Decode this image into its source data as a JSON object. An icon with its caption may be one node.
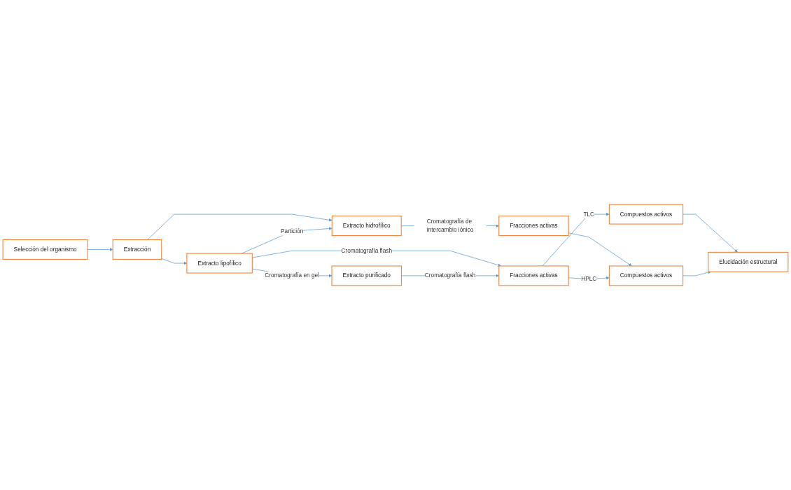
{
  "diagram": {
    "nodes": [
      {
        "text": [
          "Selección del organismo"
        ]
      },
      {
        "text": [
          "Extracción"
        ]
      },
      {
        "text": [
          "Extracto purificado"
        ]
      },
      {
        "text": [
          "Extracto lipofílico"
        ]
      },
      {
        "text": [
          "Extracto hidrofílico"
        ]
      },
      {
        "text": [
          "Fracciones activas"
        ]
      },
      {
        "text": [
          "Fracciones activas"
        ]
      },
      {
        "text": [
          "Compuestos activos"
        ]
      },
      {
        "text": [
          "Compuestos activos"
        ]
      },
      {
        "text": [
          "Elucidación estructural"
        ]
      }
    ],
    "edges": [
      {
        "from": 0,
        "to": 1,
        "arrow": "to"
      },
      {
        "from": 1,
        "to": 3,
        "arrow": "to"
      },
      {
        "from": 1,
        "to": 4,
        "arrow": "to"
      },
      {
        "from": 3,
        "to": 2,
        "arrow": "to",
        "label": "Cromatografía en gel"
      },
      {
        "from": 3,
        "to": 4,
        "arrow": "to",
        "label": "Partición"
      },
      {
        "from": 3,
        "to": 6,
        "arrow": "to",
        "label": "Cromatografía flash"
      },
      {
        "from": 2,
        "to": 6,
        "arrow": "to",
        "label": "Cromatografía flash"
      },
      {
        "from": 4,
        "to": 5,
        "arrow": "to",
        "label": "Cromatografía de intercambio iónico"
      },
      {
        "from": 5,
        "to": 8,
        "arrow": "to"
      },
      {
        "from": 6,
        "to": 7,
        "arrow": "to",
        "label": "TLC"
      },
      {
        "from": 6,
        "to": 8,
        "arrow": "to",
        "label": "HPLC"
      },
      {
        "from": 7,
        "to": 9,
        "arrow": "to"
      },
      {
        "from": 8,
        "to": 9,
        "arrow": "to"
      }
    ]
  }
}
